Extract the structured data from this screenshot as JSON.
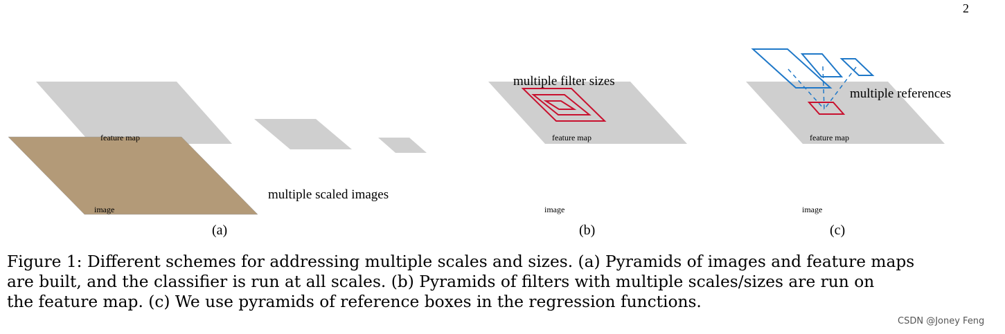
{
  "page": {
    "number": "2"
  },
  "figure": {
    "panels": [
      {
        "id": "a",
        "sub_label": "(a)",
        "feature_map_label": "feature map",
        "image_label": "image",
        "note": "multiple scaled images"
      },
      {
        "id": "b",
        "sub_label": "(b)",
        "feature_map_label": "feature map",
        "image_label": "image",
        "note": "multiple filter sizes"
      },
      {
        "id": "c",
        "sub_label": "(c)",
        "feature_map_label": "feature map",
        "image_label": "image",
        "note": "multiple references"
      }
    ],
    "colors": {
      "feature_map": "#cfcfcf",
      "filter_boxes": "#c8102e",
      "reference_boxes": "#1f78c8"
    }
  },
  "caption": {
    "lines": [
      "Figure 1: Different schemes for addressing multiple scales and sizes. (a) Pyramids of images and feature maps",
      "are built, and the classifier is run at all scales. (b) Pyramids of filters with multiple scales/sizes are run on",
      "the feature map. (c) We use pyramids of reference boxes in the regression functions."
    ]
  },
  "watermark": "CSDN @Joney Feng"
}
